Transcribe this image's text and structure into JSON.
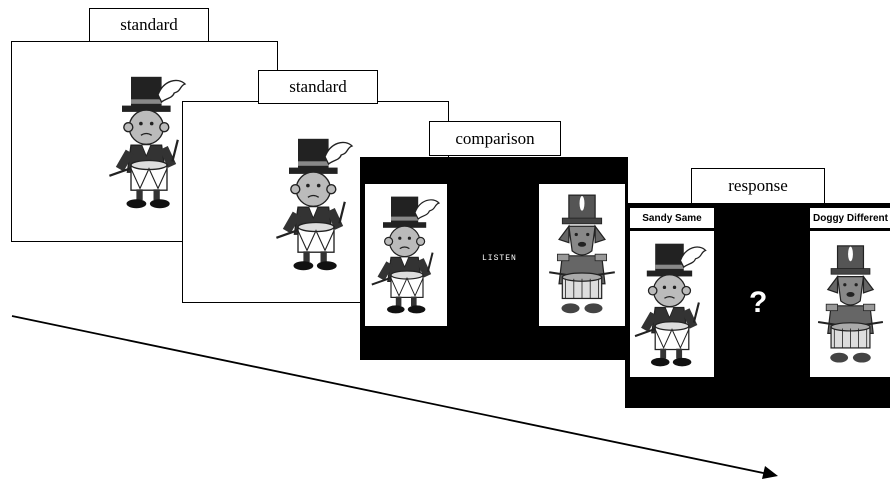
{
  "steps": [
    {
      "label": "standard"
    },
    {
      "label": "standard"
    },
    {
      "label": "comparison",
      "center_text": "LISTEN"
    },
    {
      "label": "response",
      "left_title": "Sandy Same",
      "right_title": "Doggy Different",
      "center_text": "?"
    }
  ],
  "icons": {
    "boy": "boy-drummer-icon",
    "dog": "dog-drummer-icon",
    "time_arrow": "time-arrow-icon"
  }
}
